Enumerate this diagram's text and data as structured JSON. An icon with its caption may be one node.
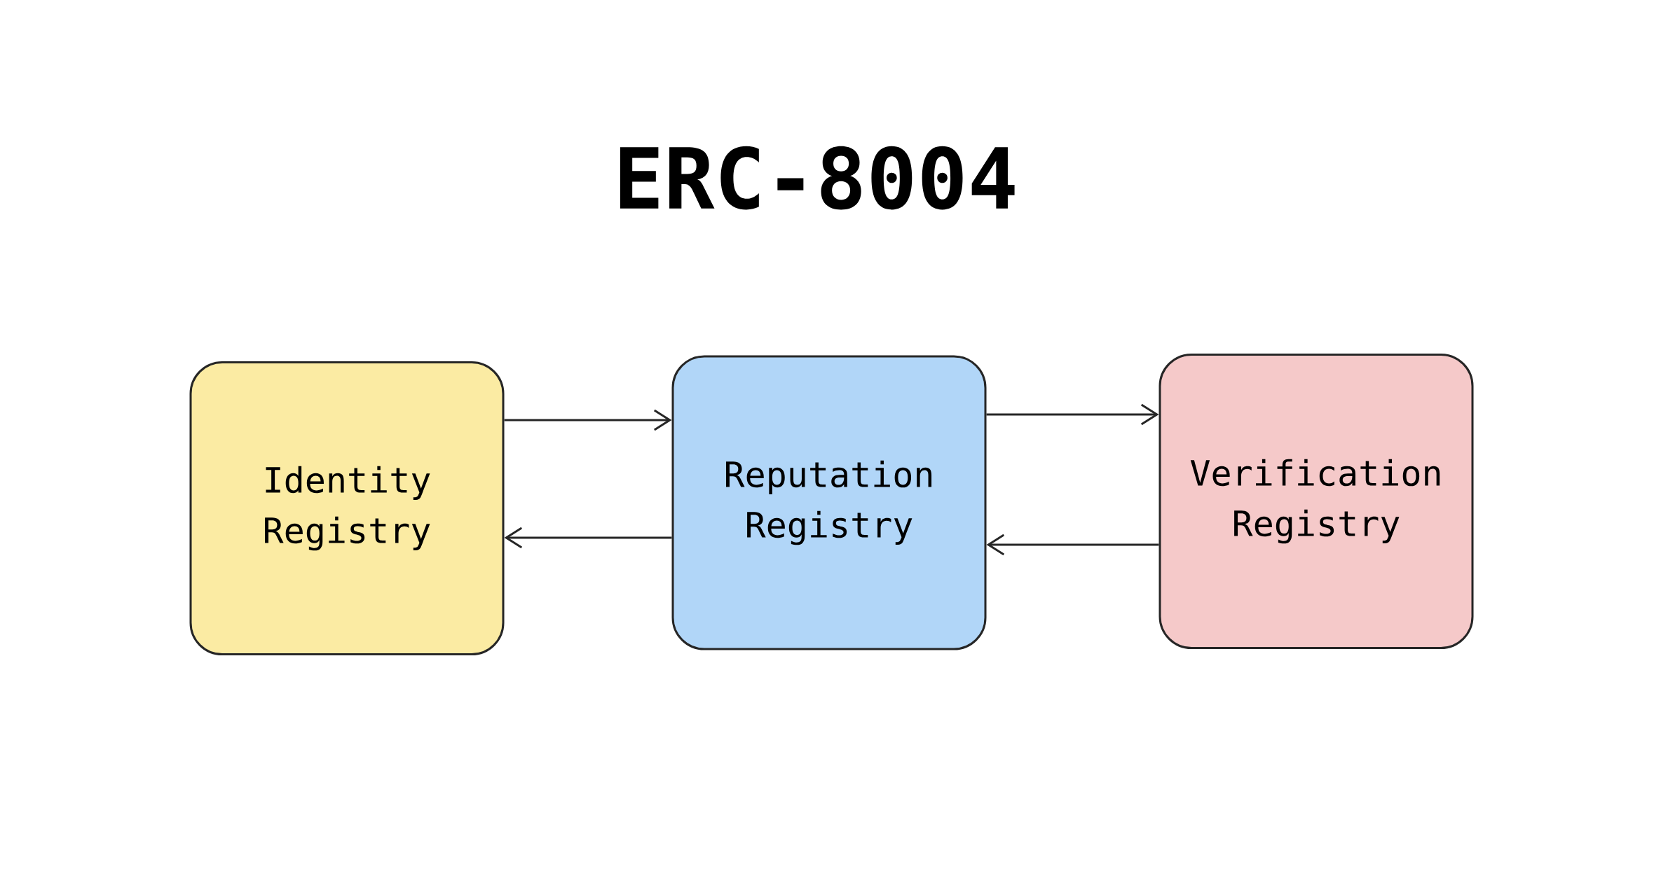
{
  "diagram": {
    "title": "ERC-8004",
    "nodes": [
      {
        "text": [
          "Identity Registry"
        ]
      },
      {
        "text": [
          "Reputation Registry"
        ]
      },
      {
        "text": [
          "Verification Registry"
        ]
      }
    ],
    "edges": [
      {
        "from": 0,
        "to": 1,
        "arrow": "to"
      },
      {
        "from": 1,
        "to": 0,
        "arrow": "to"
      },
      {
        "from": 1,
        "to": 2,
        "arrow": "to"
      },
      {
        "from": 2,
        "to": 1,
        "arrow": "to"
      }
    ]
  }
}
